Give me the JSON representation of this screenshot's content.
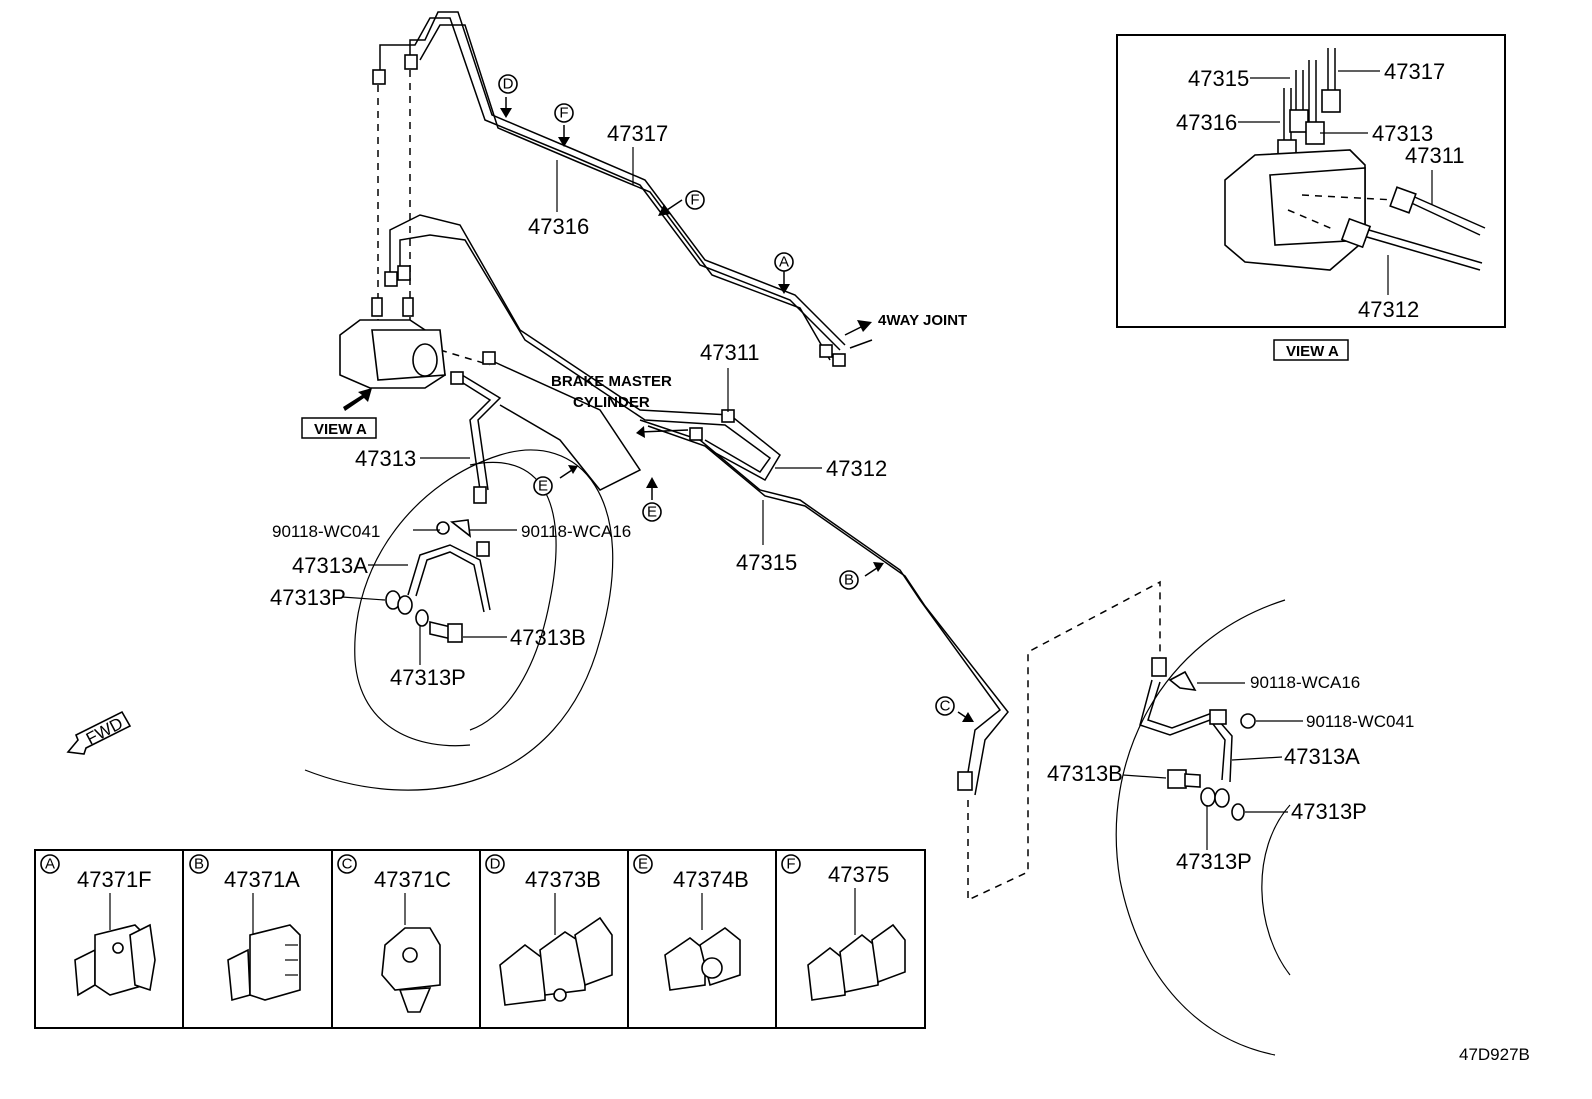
{
  "labels": {
    "p47317": "47317",
    "p47316": "47316",
    "p47311": "47311",
    "p47312": "47312",
    "p47313": "47313",
    "p47315": "47315",
    "p90118_wc041": "90118-WC041",
    "p90118_wca16": "90118-WCA16",
    "p47313A": "47313A",
    "p47313P_1": "47313P",
    "p47313P_2": "47313P",
    "p47313B": "47313B",
    "r90118_wca16": "90118-WCA16",
    "r90118_wc041": "90118-WC041",
    "r47313A": "47313A",
    "r47313B": "47313B",
    "r47313P_1": "47313P",
    "r47313P_2": "47313P",
    "four_way_joint": "4WAY JOINT",
    "brake_master_1": "BRAKE MASTER",
    "brake_master_2": "CYLINDER",
    "view_a": "VIEW A",
    "fwd": "FWD",
    "diagram_code": "47D927B"
  },
  "inset": {
    "title": "VIEW A",
    "p47315": "47315",
    "p47317": "47317",
    "p47316": "47316",
    "p47313": "47313",
    "p47311": "47311",
    "p47312": "47312"
  },
  "callouts": {
    "D": "D",
    "F1": "F",
    "F2": "F",
    "A": "A",
    "E1": "E",
    "E2": "E",
    "B": "B",
    "C": "C"
  },
  "clamps": [
    {
      "letter": "A",
      "part": "47371F"
    },
    {
      "letter": "B",
      "part": "47371A"
    },
    {
      "letter": "C",
      "part": "47371C"
    },
    {
      "letter": "D",
      "part": "47373B"
    },
    {
      "letter": "E",
      "part": "47374B"
    },
    {
      "letter": "F",
      "part": "47375"
    }
  ]
}
